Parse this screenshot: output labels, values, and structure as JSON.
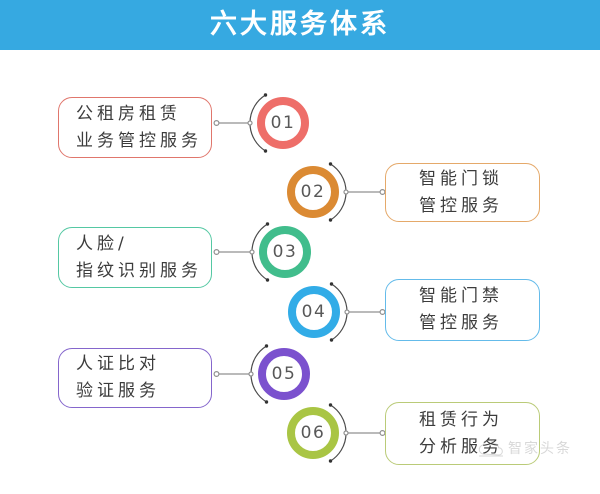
{
  "title": "六大服务体系",
  "banner_color": "#36A9E1",
  "connector_color": "#909090",
  "arc_color": "#4a4a4a",
  "text_color": "#3c3c3c",
  "items": [
    {
      "number": "01",
      "lines": [
        "公租房租赁",
        "业务管控服务"
      ],
      "ring_color": "#EE6E69",
      "box_border_color": "#E0766C",
      "side": "left"
    },
    {
      "number": "02",
      "lines": [
        "智能门锁",
        "管控服务"
      ],
      "ring_color": "#DB8A33",
      "box_border_color": "#E5A96A",
      "side": "right"
    },
    {
      "number": "03",
      "lines": [
        "人脸/",
        "指纹识别服务"
      ],
      "ring_color": "#41BD8C",
      "box_border_color": "#55C8A3",
      "side": "left"
    },
    {
      "number": "04",
      "lines": [
        "智能门禁",
        "管控服务"
      ],
      "ring_color": "#32ACE7",
      "box_border_color": "#64BBEA",
      "side": "right"
    },
    {
      "number": "05",
      "lines": [
        "人证比对",
        "验证服务"
      ],
      "ring_color": "#7B51CE",
      "box_border_color": "#8566CC",
      "side": "left"
    },
    {
      "number": "06",
      "lines": [
        "租赁行为",
        "分析服务"
      ],
      "ring_color": "#A9C544",
      "box_border_color": "#BACB78",
      "side": "right"
    }
  ],
  "watermark": {
    "text": "智家头条"
  }
}
